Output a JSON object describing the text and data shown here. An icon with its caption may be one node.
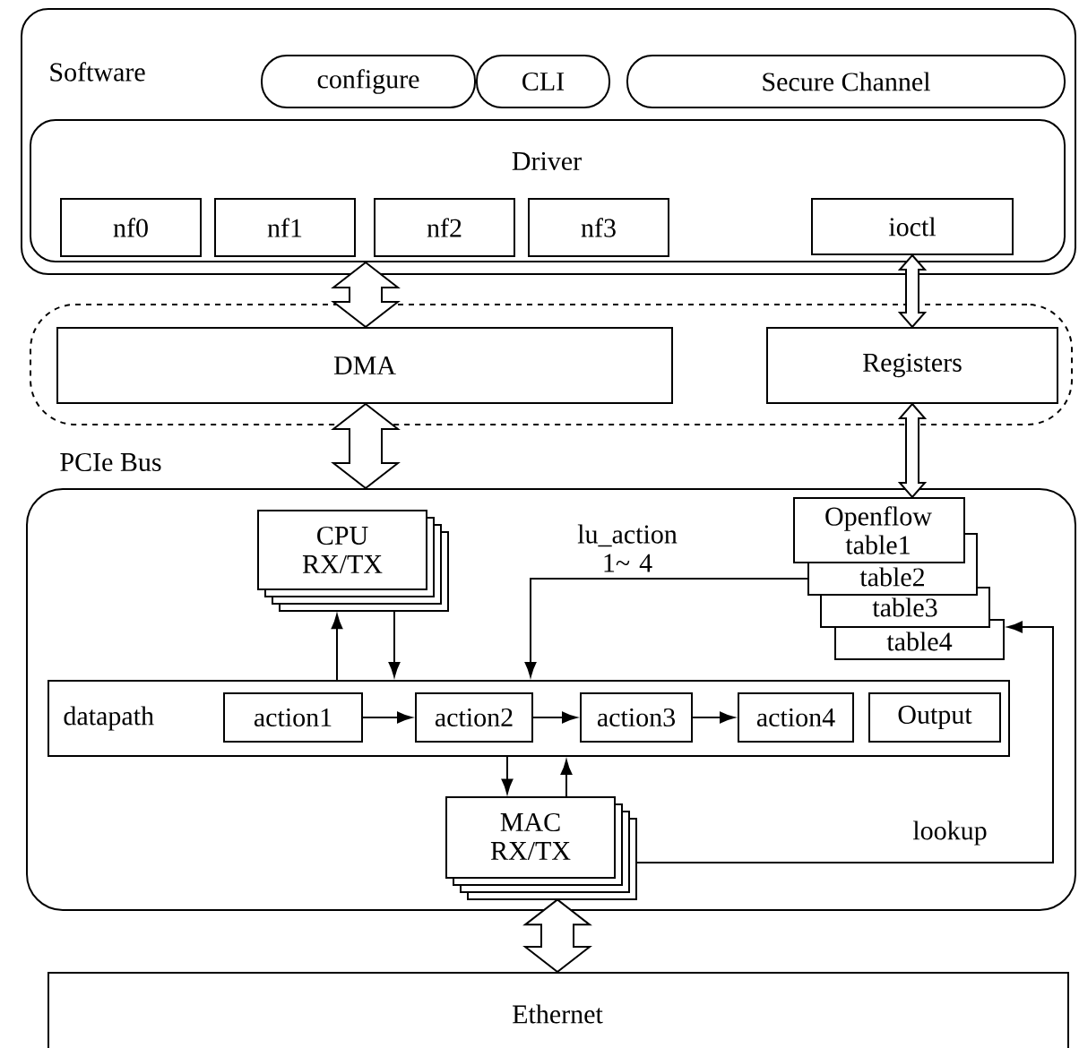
{
  "diagram": {
    "nodes": [
      {
        "text": [
          "Software"
        ]
      },
      {
        "text": [
          "configure"
        ],
        "in": 0
      },
      {
        "text": [
          "CLI"
        ],
        "in": 0
      },
      {
        "text": [
          "Secure Channel"
        ],
        "in": 0
      },
      {
        "text": [
          "Driver"
        ],
        "in": 0
      },
      {
        "text": [
          "nf0"
        ],
        "in": 4
      },
      {
        "text": [
          "nf1"
        ],
        "in": 4
      },
      {
        "text": [
          "nf2"
        ],
        "in": 4
      },
      {
        "text": [
          "nf3"
        ],
        "in": 4
      },
      {
        "text": [
          "ioctl"
        ],
        "in": 4
      },
      {
        "text": [
          "PCIe Bus"
        ]
      },
      {
        "text": [
          "DMA"
        ],
        "in": 10
      },
      {
        "text": [
          "Registers"
        ],
        "in": 10
      },
      {
        "text": [],
        "shape": "box"
      },
      {
        "text": [
          "CPU RX/TX"
        ],
        "in": 13
      },
      {
        "text": [
          "Openflow table1"
        ],
        "in": 13
      },
      {
        "text": [
          "table2"
        ],
        "in": 13
      },
      {
        "text": [
          "table3"
        ],
        "in": 13
      },
      {
        "text": [
          "table4"
        ],
        "in": 13
      },
      {
        "text": [
          "datapath"
        ],
        "in": 13
      },
      {
        "text": [
          "action1"
        ],
        "in": 19
      },
      {
        "text": [
          "action2"
        ],
        "in": 19
      },
      {
        "text": [
          "action3"
        ],
        "in": 19
      },
      {
        "text": [
          "action4"
        ],
        "in": 19
      },
      {
        "text": [
          "Output"
        ],
        "in": 19
      },
      {
        "text": [
          "MAC RX/TX"
        ],
        "in": 13
      },
      {
        "text": [
          "Ethernet"
        ]
      }
    ],
    "edges": [
      {
        "from": 4,
        "to": 11,
        "arrow": "both",
        "style": "thick"
      },
      {
        "from": 9,
        "to": 12,
        "arrow": "both",
        "style": "thick"
      },
      {
        "from": 11,
        "to": 13,
        "arrow": "both",
        "style": "thick"
      },
      {
        "from": 12,
        "to": 15,
        "arrow": "both",
        "style": "thick"
      },
      {
        "from": 19,
        "to": 14,
        "arrow": "to"
      },
      {
        "from": 14,
        "to": 19,
        "arrow": "to"
      },
      {
        "from": 16,
        "to": 19,
        "arrow": "to",
        "label": "lu_action 1~ 4"
      },
      {
        "from": 20,
        "to": 21,
        "arrow": "to"
      },
      {
        "from": 21,
        "to": 22,
        "arrow": "to"
      },
      {
        "from": 22,
        "to": 23,
        "arrow": "to"
      },
      {
        "from": 19,
        "to": 25,
        "arrow": "to"
      },
      {
        "from": 25,
        "to": 19,
        "arrow": "to"
      },
      {
        "from": 25,
        "to": 18,
        "arrow": "to",
        "label": "lookup"
      },
      {
        "from": 25,
        "to": 26,
        "arrow": "both",
        "style": "thick"
      }
    ]
  }
}
